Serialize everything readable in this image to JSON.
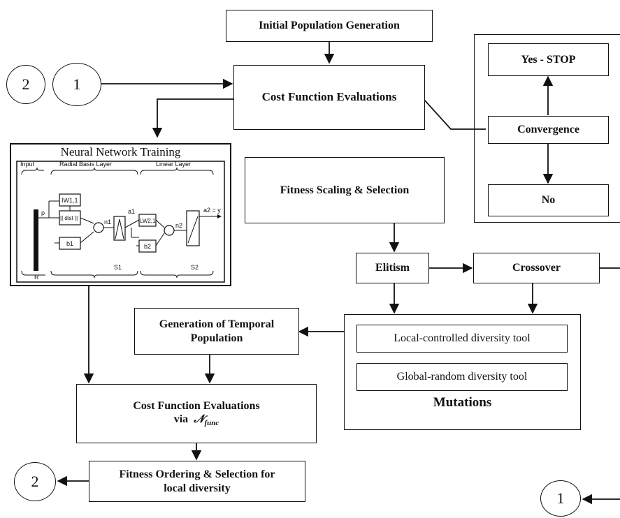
{
  "nodes": {
    "initial_population": "Initial Population Generation",
    "cost_eval_top": "Cost Function Evaluations",
    "yes_stop": "Yes - STOP",
    "convergence": "Convergence",
    "no": "No",
    "fitness_scaling": "Fitness Scaling & Selection",
    "elitism": "Elitism",
    "crossover": "Crossover",
    "generation_temporal": "Generation of Temporal Population",
    "local_diversity": "Local-controlled diversity tool",
    "global_diversity": "Global-random diversity tool",
    "mutations": "Mutations",
    "cost_eval_bottom_line1": "Cost Function Evaluations",
    "cost_eval_bottom_via": "via",
    "cost_eval_bottom_symbol": "𝒩",
    "cost_eval_bottom_sub": "func",
    "fitness_ordering": "Fitness Ordering & Selection for local diversity"
  },
  "connectors": {
    "c2_left": "2",
    "c1_left": "1",
    "c2_bottom": "2",
    "c1_bottom": "1"
  },
  "neural_network": {
    "title": "Neural Network Training",
    "sections": {
      "input": "Input",
      "radial": "Radial Basis Layer",
      "linear": "Linear Layer"
    },
    "blocks": {
      "iw": "IW1,1",
      "dist": "|| dist ||",
      "b1": "b1",
      "lw": "LW2,1",
      "b2": "b2"
    },
    "signals": {
      "p": "p",
      "a1": "a1",
      "a2": "a2 = y",
      "n1": "n1",
      "n2": "n2"
    },
    "dims": {
      "r": "R",
      "s1": "S1",
      "s2": "S2"
    }
  }
}
